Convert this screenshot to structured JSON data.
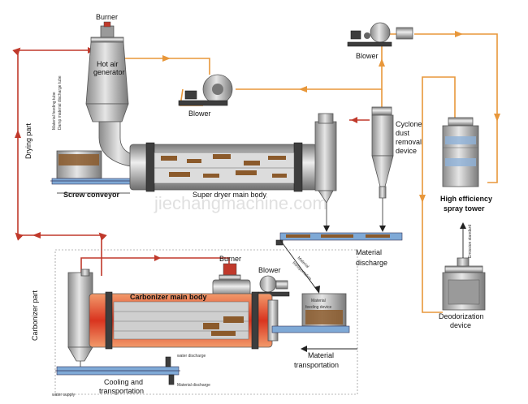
{
  "labels": {
    "burner_top": "Burner",
    "hot_air_generator": [
      "Hot air",
      "generator"
    ],
    "blower_middle": "Blower",
    "blower_top_right": "Blower",
    "cyclone": [
      "Cyclone",
      "dust",
      "removal",
      "device"
    ],
    "high_efficiency_spray_tower": [
      "High efficiency",
      "spray tower"
    ],
    "drying_part": "Drying part",
    "screw_conveyor": "Screw conveyor",
    "super_dryer_main_body": "Super dryer main body",
    "material_discharge": [
      "Material",
      "discharge"
    ],
    "material_transportation_diag": [
      "Material",
      "transportation"
    ],
    "burner_bottom": "Burner",
    "blower_bottom": "Blower",
    "carbonizer_main_body": "Carbonizer main body",
    "material_feeding_device": [
      "Material",
      "feeding device"
    ],
    "carbonizer_part": "Carbonizer part",
    "material_transportation": [
      "Material",
      "transportation"
    ],
    "water_discharge": "water discharge",
    "cooling_and_transportation": [
      "Cooling and",
      "transportation"
    ],
    "material_discharge_small": "Material discharge",
    "water_supply": "water supply",
    "deodorization_device": [
      "Deodorization",
      "device"
    ],
    "emission_standard": "Emission standard",
    "feeding_small": [
      "Material feeding tube",
      "Damp material discharge tube"
    ],
    "watermark": "jiechangmachine.com"
  },
  "colors": {
    "hot_pipe": "#c0392b",
    "exhaust_pipe": "#e8973a",
    "metal": "#b8b8b8",
    "fire": "#d9341f",
    "material": "#8b5a2b",
    "screw": "#7fa9d6"
  }
}
